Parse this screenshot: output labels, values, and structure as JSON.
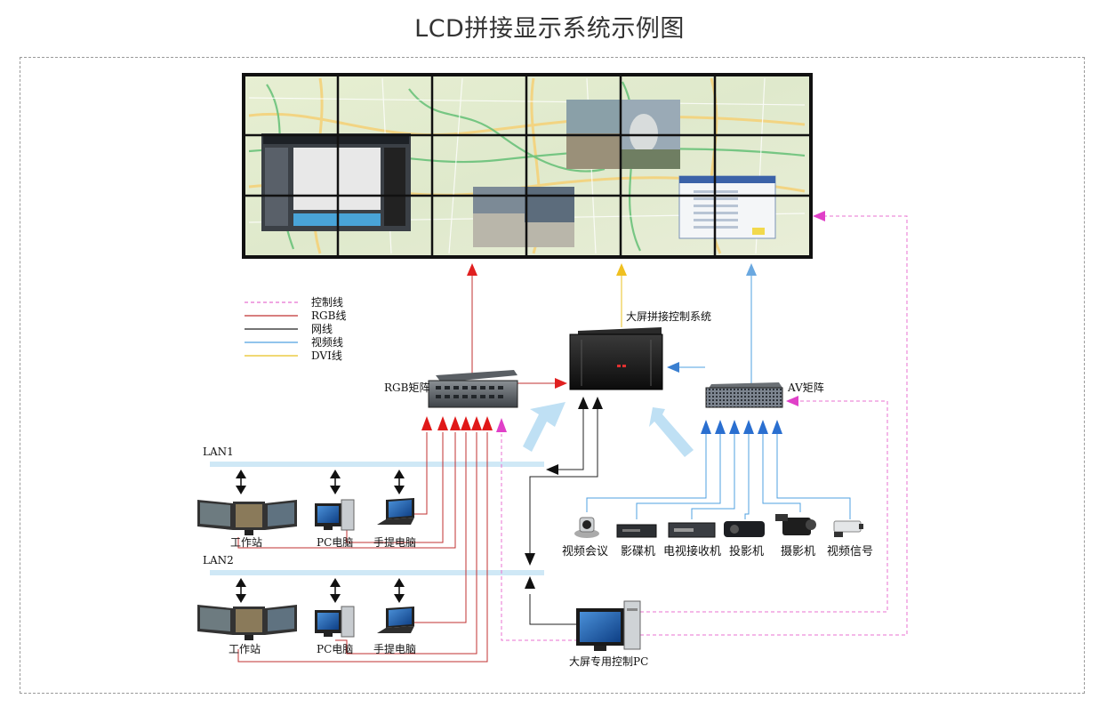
{
  "title": "LCD拼接显示系统示例图",
  "legend": [
    {
      "label": "控制线",
      "color": "#e870d0",
      "dash": true
    },
    {
      "label": "RGB线",
      "color": "#c03030",
      "dash": false
    },
    {
      "label": "网线",
      "color": "#222222",
      "dash": false
    },
    {
      "label": "视频线",
      "color": "#4fa0e0",
      "dash": false
    },
    {
      "label": "DVI线",
      "color": "#e8c020",
      "dash": false
    }
  ],
  "nodes": {
    "controller": "大屏拼接控制系统",
    "rgb_matrix": "RGB矩阵",
    "av_matrix": "AV矩阵",
    "lan1": "LAN1",
    "lan2": "LAN2",
    "workstation_1": "工作站",
    "pc_1": "PC电脑",
    "laptop_1": "手提电脑",
    "workstation_2": "工作站",
    "pc_2": "PC电脑",
    "laptop_2": "手提电脑",
    "video_conf": "视频会议",
    "dvd_player": "影碟机",
    "tv_receiver": "电视接收机",
    "projector": "投影机",
    "camcorder": "摄影机",
    "video_signal": "视频信号",
    "control_pc": "大屏专用控制PC"
  },
  "colors": {
    "control": "#e870d0",
    "rgb": "#c03030",
    "network": "#222222",
    "video": "#4fa0e0",
    "dvi": "#e8c020",
    "lan_bar": "#cfe8f6"
  }
}
